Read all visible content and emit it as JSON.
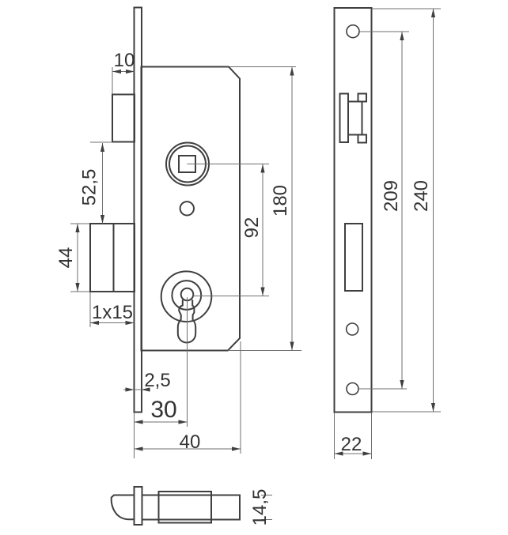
{
  "title": "Mortise lock technical drawing",
  "views": {
    "front": {
      "dimensions": {
        "latch_protrusion": "10",
        "latch_to_deadbolt": "52,5",
        "deadbolt_height": "44",
        "deadbolt_throw": "1x15",
        "faceplate_thickness": "2,5",
        "backset": "30",
        "case_depth": "40",
        "axle_to_cylinder": "92",
        "case_height": "180"
      }
    },
    "side": {
      "dimensions": {
        "screw_hole_spacing": "209",
        "faceplate_length": "240",
        "faceplate_width": "22"
      }
    },
    "top": {
      "dimensions": {
        "case_thickness": "14,5"
      }
    }
  },
  "colors": {
    "background": "#ffffff",
    "outline": "#3f3f3f",
    "dimension_line": "#6f6f6f",
    "text": "#333333"
  }
}
